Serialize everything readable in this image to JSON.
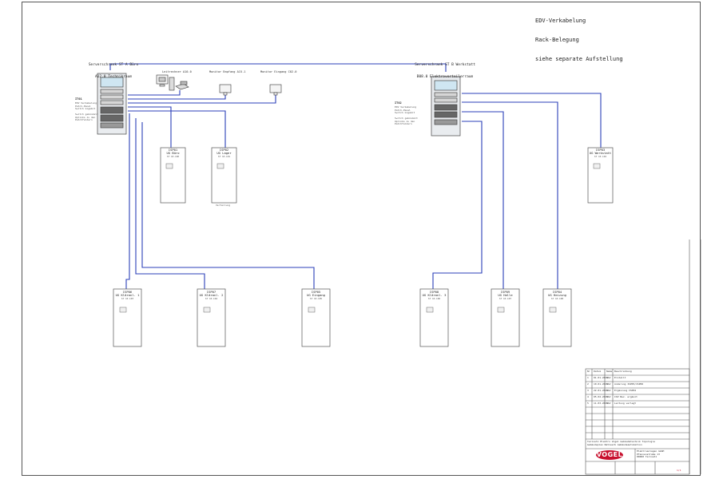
{
  "note": {
    "line1": "EDV-Verkabelung",
    "line2": "Rack-Belegung",
    "line3": "siehe separate Aufstellung"
  },
  "racks": {
    "rack1": {
      "title1": "Serverschrank ST A Büro",
      "title2": "A12.0 Technikraum",
      "id": "IT01",
      "desc": "EDV Verkabelung\nPatch-Panel\nSwitch Gigabit",
      "note": "Switch gebündelt\nUplinks zu den\nPatchfeldern"
    },
    "rack2": {
      "title1": "Serverschrank ST B Werkstatt",
      "title2": "B08.0 Elektroverteilerraum",
      "id": "IT02",
      "desc": "EDV Verkabelung\nPatch-Panel\nSwitch Gigabit",
      "note": "Switch gebündelt\nUplinks zu den\nPatchfeldern"
    }
  },
  "devices": {
    "pc": "Leitrechner A10.0",
    "monitor1": "Monitor Empfang A15.1",
    "monitor2": "Monitor Eingang C02.0"
  },
  "cabinets": [
    {
      "id": "ISP01",
      "name": "UG Büro",
      "sub": "ST 10.100"
    },
    {
      "id": "ISP02",
      "name": "UG Lager",
      "sub": "ST 10.101",
      "note": "Verteilung"
    },
    {
      "id": "ISP03",
      "name": "UG Werkstatt",
      "sub": "ST 10.102"
    },
    {
      "id": "ISP06",
      "name": "UG Kläranl. 1",
      "sub": "ST 10.103"
    },
    {
      "id": "ISP07",
      "name": "UG Kläranl. 2",
      "sub": "ST 10.104"
    },
    {
      "id": "ISP05",
      "name": "UG Eingang",
      "sub": "ST 10.105"
    },
    {
      "id": "ISP08",
      "name": "UG Kläranl. 3",
      "sub": "ST 10.106"
    },
    {
      "id": "ISP09",
      "name": "UG Halle",
      "sub": "ST 10.107"
    },
    {
      "id": "ISP04",
      "name": "UG Heizung",
      "sub": "ST 10.108"
    }
  ],
  "title_block": {
    "header": [
      "Nr",
      "Datum",
      "Name",
      "Beschreibung"
    ],
    "rows": [
      [
        "1",
        "01.01.2013",
        "SAV",
        "Erstellt"
      ],
      [
        "2",
        "10.01.2013",
        "SAV",
        "Anderung ISP05/ISP06"
      ],
      [
        "3",
        "22.01.2013",
        "SAV",
        "Ergänzung ISP04"
      ],
      [
        "4",
        "05.02.2013",
        "SAV",
        "ISP Bez. ergänzt"
      ],
      [
        "5",
        "11.03.2013",
        "SAV",
        "Leitung verlegt"
      ]
    ],
    "project": "Teilnetz Elektro Vogel Gebäudetechnik Topologie\nGebäudeplan Netzwerk Gebäudeautomation",
    "company": "VOGEL",
    "address": "Elektroanlagen GmbH\nPfannenstraße 13\n80000 Teilnetz",
    "sheet": "1/1"
  },
  "colors": {
    "line": "#2b3fb8",
    "frame": "#555555",
    "brand": "#c8102e"
  }
}
